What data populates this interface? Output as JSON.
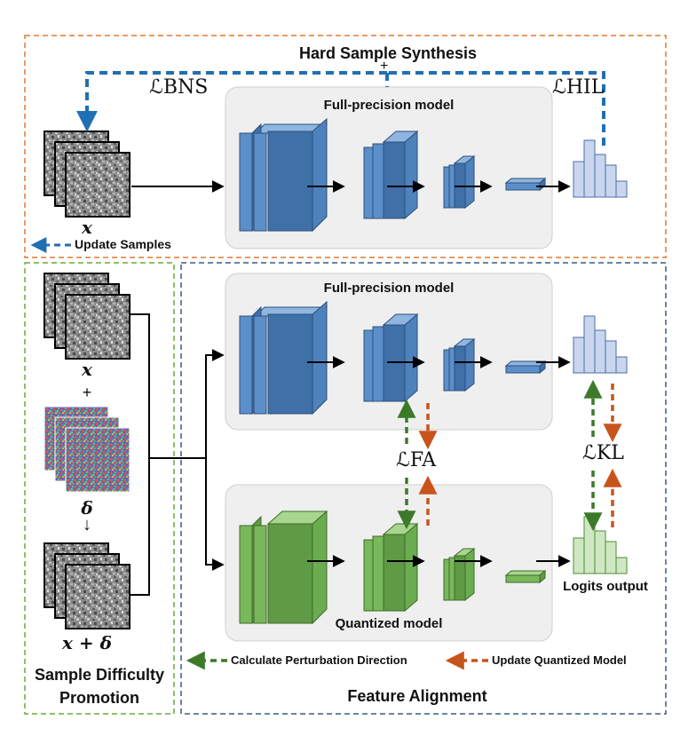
{
  "sections": {
    "hard_sample_synthesis": "Hard Sample Synthesis",
    "sample_difficulty_line1": "Sample Difficulty",
    "sample_difficulty_line2": "Promotion",
    "feature_alignment": "Feature Alignment"
  },
  "models": {
    "fp_top": "Full-precision model",
    "fp_bottom": "Full-precision model",
    "quantized": "Quantized model"
  },
  "losses": {
    "bns": "ℒBNS",
    "hil": "ℒHIL",
    "fa": "ℒFA",
    "kl": "ℒKL",
    "plus": "+"
  },
  "symbols": {
    "x_top": "x",
    "x_left": "x",
    "plus_left": "+",
    "delta": "δ",
    "down_arrow": "↓",
    "x_plus_delta": "x + δ"
  },
  "labels": {
    "update_samples": "Update Samples",
    "logits_output": "Logits output",
    "calc_perturbation": "Calculate Perturbation Direction",
    "update_quantized": "Update Quantized Model"
  },
  "colors": {
    "orange_border": "#e07a30",
    "green_border": "#6aaa3a",
    "blue_border": "#3a5a8c",
    "blue_dash": "#1f6fb5",
    "green_dash": "#3c7a2a",
    "orange_dash": "#c8541c",
    "fp_layer": "#5b8fc9",
    "q_layer": "#79b85a",
    "fp_hist": "#c9d6ee",
    "q_hist": "#cfe8c3"
  }
}
